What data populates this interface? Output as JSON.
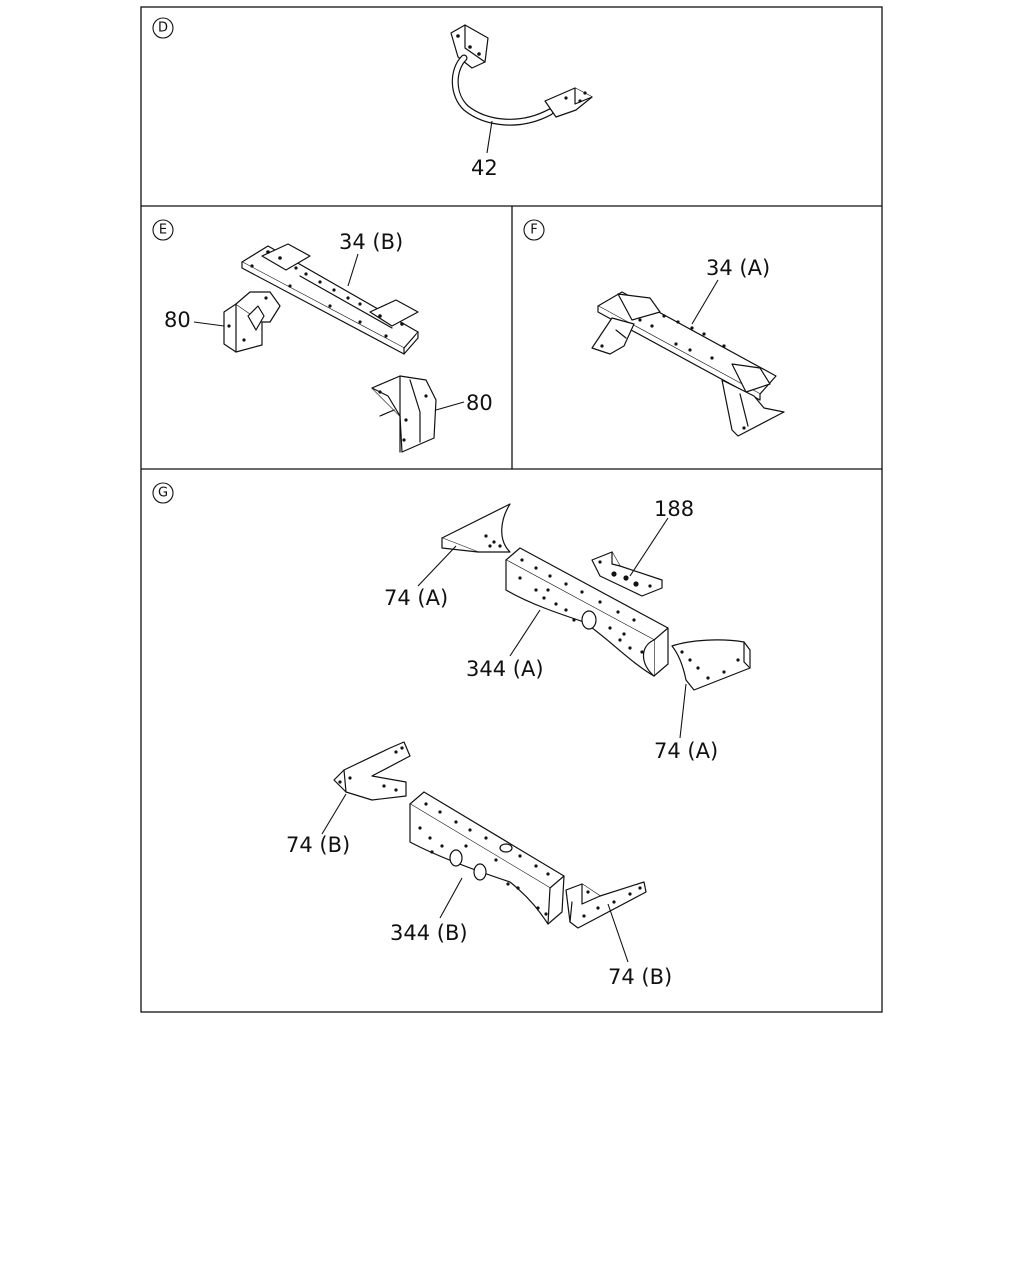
{
  "panels": {
    "d": {
      "letter": "D",
      "labels": [
        "42"
      ]
    },
    "e": {
      "letter": "E",
      "labels": [
        "34 (B)",
        "80",
        "80"
      ]
    },
    "f": {
      "letter": "F",
      "labels": [
        "34 (A)"
      ]
    },
    "g": {
      "letter": "G",
      "labels": [
        "188",
        "74 (A)",
        "344 (A)",
        "74 (A)",
        "74 (B)",
        "344 (B)",
        "74 (B)"
      ]
    }
  }
}
